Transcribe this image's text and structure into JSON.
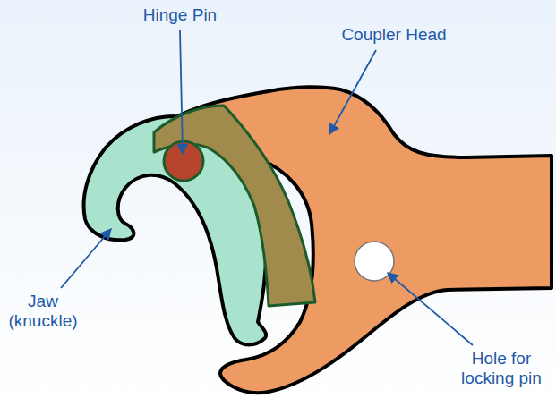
{
  "diagram": {
    "labels": [
      "Hinge Pin",
      "Coupler Head",
      "Jaw (knuckle)",
      "Hole for locking pin"
    ]
  }
}
